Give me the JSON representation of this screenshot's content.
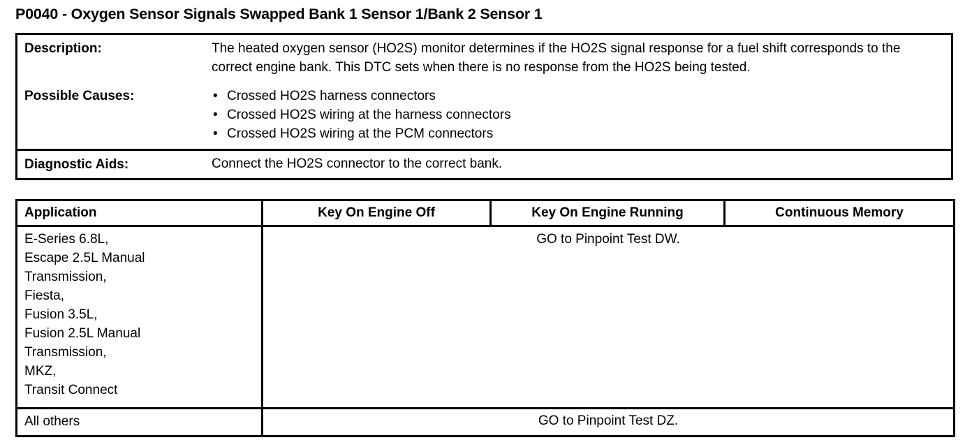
{
  "document": {
    "title": "P0040 - Oxygen Sensor Signals Swapped Bank 1 Sensor 1/Bank 2 Sensor 1"
  },
  "info": {
    "description": {
      "label": "Description:",
      "text": "The heated oxygen sensor (HO2S) monitor determines if the HO2S signal response for a fuel shift corresponds to the correct engine bank. This DTC sets when there is no response from the HO2S being tested."
    },
    "possible_causes": {
      "label": "Possible Causes:",
      "bullet": "•",
      "items": [
        "Crossed HO2S harness connectors",
        "Crossed HO2S wiring at the harness connectors",
        "Crossed HO2S wiring at the PCM connectors"
      ]
    },
    "diagnostic_aids": {
      "label": "Diagnostic Aids:",
      "text": "Connect the HO2S connector to the correct bank."
    }
  },
  "table": {
    "headers": {
      "application": "Application",
      "key_on_engine_off": "Key On Engine Off",
      "key_on_engine_running": "Key On Engine Running",
      "continuous_memory": "Continuous Memory"
    },
    "rows": [
      {
        "application": "E-Series 6.8L,\nEscape 2.5L Manual\nTransmission,\nFiesta,\nFusion 3.5L,\nFusion 2.5L Manual\nTransmission,\nMKZ,\nTransit Connect",
        "result": "GO to Pinpoint Test DW."
      },
      {
        "application": "All others",
        "result": "GO to Pinpoint Test DZ."
      }
    ]
  },
  "colors": {
    "text": "#000000",
    "background": "#ffffff",
    "border": "#000000"
  }
}
